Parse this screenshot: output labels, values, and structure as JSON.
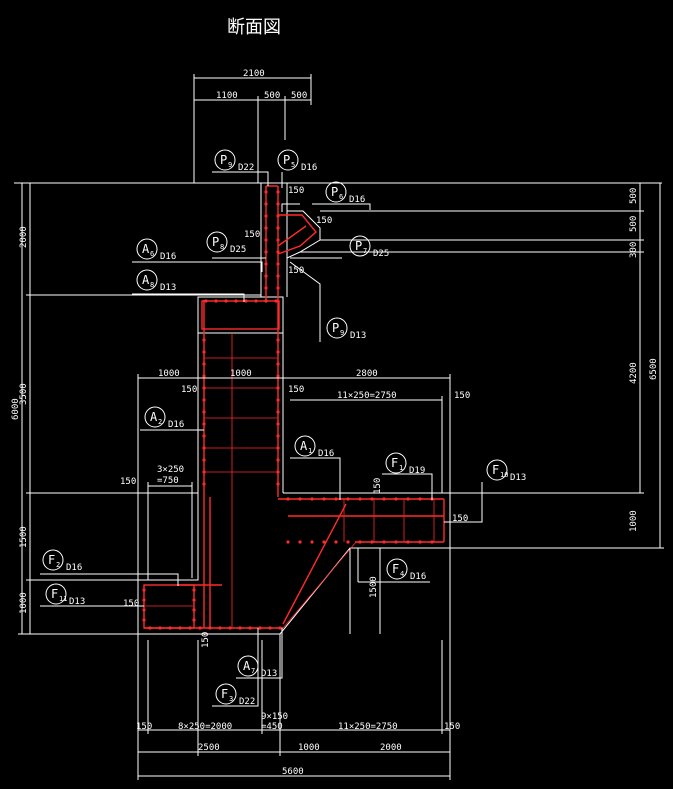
{
  "title": "断面図",
  "dims": {
    "top_total": "2100",
    "top_a": "1100",
    "top_b": "500",
    "top_c": "500",
    "left_2000": "2000",
    "left_6000": "6000",
    "left_3500": "3500",
    "left_1500": "1500",
    "left_1000": "1000",
    "right_500a": "500",
    "right_500b": "500",
    "right_300": "300",
    "right_4200": "4200",
    "right_6500": "6500",
    "right_1000": "1000",
    "mid_1000": "1000",
    "mid_1000b": "1000",
    "mid_2800": "2800",
    "c150_1": "150",
    "c150_2": "150",
    "c150_3": "150",
    "c150_4": "150",
    "c150_5": "150",
    "c150_6": "150",
    "c150_7": "150",
    "c150_8": "150",
    "c150_9": "150",
    "c150_10": "150",
    "c150_11": "150",
    "c150_12": "150",
    "c150_13": "150",
    "spacing_11x250_top": "11×250=2750",
    "spacing_3x250_a": "3×250",
    "spacing_3x250_b": "=750",
    "bot_150a": "150",
    "bot_8x250": "8×250=2000",
    "bot_9x150_a": "9×150",
    "bot_9x150_b": "=450",
    "bot_11x250": "11×250=2750",
    "bot_150b": "150",
    "bot_2500": "2500",
    "bot_1000": "1000",
    "bot_2000": "2000",
    "bot_total": "5600",
    "v1500": "1500",
    "v150_f1": "150"
  },
  "labels": [
    {
      "letter": "P",
      "sub": "9",
      "bar": "D22"
    },
    {
      "letter": "P",
      "sub": "5",
      "bar": "D16"
    },
    {
      "letter": "P",
      "sub": "6",
      "bar": "D16"
    },
    {
      "letter": "A",
      "sub": "6",
      "bar": "D16"
    },
    {
      "letter": "P",
      "sub": "8",
      "bar": "D25"
    },
    {
      "letter": "P",
      "sub": "7",
      "bar": "D25"
    },
    {
      "letter": "A",
      "sub": "8",
      "bar": "D13"
    },
    {
      "letter": "P",
      "sub": "9",
      "bar": "D13"
    },
    {
      "letter": "A",
      "sub": "2",
      "bar": "D16"
    },
    {
      "letter": "A",
      "sub": "1",
      "bar": "D16"
    },
    {
      "letter": "F",
      "sub": "1",
      "bar": "D19"
    },
    {
      "letter": "F",
      "sub": "10",
      "bar": "D13"
    },
    {
      "letter": "F",
      "sub": "2",
      "bar": "D16"
    },
    {
      "letter": "F",
      "sub": "4",
      "bar": "D16"
    },
    {
      "letter": "F",
      "sub": "11",
      "bar": "D13"
    },
    {
      "letter": "A",
      "sub": "7",
      "bar": "D13"
    },
    {
      "letter": "F",
      "sub": "3",
      "bar": "D22"
    }
  ]
}
